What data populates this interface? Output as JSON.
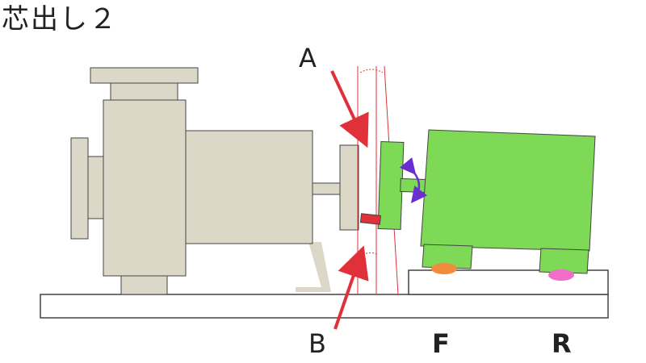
{
  "title": "芯出し２",
  "labels": {
    "a": "A",
    "b": "B",
    "f": "F",
    "r": "R"
  },
  "colors": {
    "pump": "#dcd8c8",
    "motor": "#7ed957",
    "outline": "#444444",
    "arrow": "#e0303a",
    "shim_front": "#f08c3c",
    "shim_rear": "#f06ec8",
    "rotation_arrow": "#6a2ed0",
    "base": "#ffffff"
  },
  "icons": {
    "pointer_a": "red-arrow-icon",
    "pointer_b": "red-arrow-icon",
    "rotation": "curved-double-arrow-icon"
  }
}
